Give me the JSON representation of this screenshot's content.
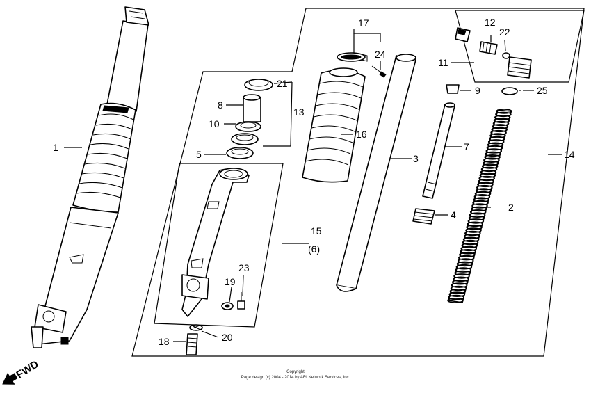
{
  "callouts": [
    {
      "id": "1",
      "text": "1"
    },
    {
      "id": "2",
      "text": "2"
    },
    {
      "id": "3",
      "text": "3"
    },
    {
      "id": "4",
      "text": "4"
    },
    {
      "id": "5",
      "text": "5"
    },
    {
      "id": "6",
      "text": "(6)"
    },
    {
      "id": "7",
      "text": "7"
    },
    {
      "id": "8",
      "text": "8"
    },
    {
      "id": "9",
      "text": "9"
    },
    {
      "id": "10",
      "text": "10"
    },
    {
      "id": "11",
      "text": "11"
    },
    {
      "id": "12",
      "text": "12"
    },
    {
      "id": "13",
      "text": "13"
    },
    {
      "id": "14",
      "text": "14"
    },
    {
      "id": "15",
      "text": "15"
    },
    {
      "id": "16",
      "text": "16"
    },
    {
      "id": "17",
      "text": "17"
    },
    {
      "id": "18",
      "text": "18"
    },
    {
      "id": "19",
      "text": "19"
    },
    {
      "id": "20",
      "text": "20"
    },
    {
      "id": "21",
      "text": "21"
    },
    {
      "id": "22",
      "text": "22"
    },
    {
      "id": "23",
      "text": "23"
    },
    {
      "id": "24",
      "text": "24"
    },
    {
      "id": "25",
      "text": "25"
    }
  ],
  "fwd_label": "FWD",
  "copyright_line1": "Copyright",
  "copyright_line2": "Page design (c) 2004 - 2014 by ARI Network Services, Inc."
}
